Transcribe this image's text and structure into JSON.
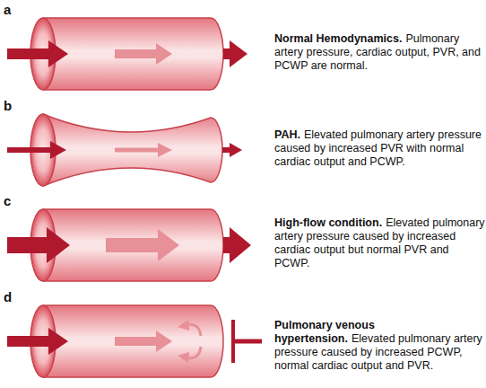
{
  "diagram": {
    "labels": [
      "a",
      "Normal Hemodynamics.",
      "Pulmonary artery pressure, cardiac output, PVR, and PCWP are normal.",
      "b",
      "PAH.",
      "Elevated pulmonary artery pressure caused by increased PVR with normal cardiac output and PCWP.",
      "c",
      "High-flow condition.",
      "Elevated pulmonary artery pressure caused by increased cardiac output but normal PVR and PCWP.",
      "d",
      "Pulmonary venous hypertension.",
      "Elevated pulmonary artery pressure caused by increased PCWP, normal cardiac output and PVR."
    ]
  }
}
